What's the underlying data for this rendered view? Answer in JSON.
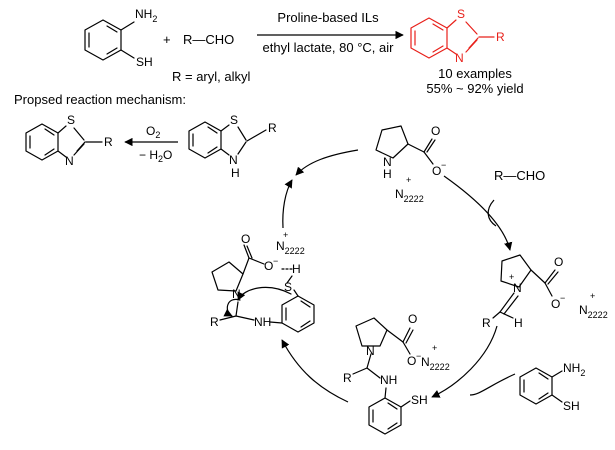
{
  "reaction": {
    "plus": "+",
    "aldehyde": "R—CHO",
    "condition_top": "Proline-based ILs",
    "condition_bottom": "ethyl lactate, 80 °C, air",
    "r_definition": "R = aryl, alkyl",
    "examples": "10 examples",
    "yield": "55% ~ 92% yield"
  },
  "mechanism": {
    "title": "Propsed reaction mechanism:",
    "oxidation_top": "O",
    "oxidation_top_sub": "2",
    "oxidation_bottom": "− H",
    "oxidation_bottom_sub": "2",
    "oxidation_bottom_tail": "O",
    "aldehyde": "R—CHO"
  },
  "atoms": {
    "S": "S",
    "N": "N",
    "H": "H",
    "R": "R",
    "O": "O",
    "NH": "NH",
    "SH": "SH",
    "NH2": "NH",
    "NH2_sub": "2",
    "plus": "+",
    "minus": "−",
    "N2222": "N",
    "N2222_sub": "2222",
    "minus_h": "−H"
  },
  "colors": {
    "product": "#e8201a",
    "ink": "#000000"
  }
}
